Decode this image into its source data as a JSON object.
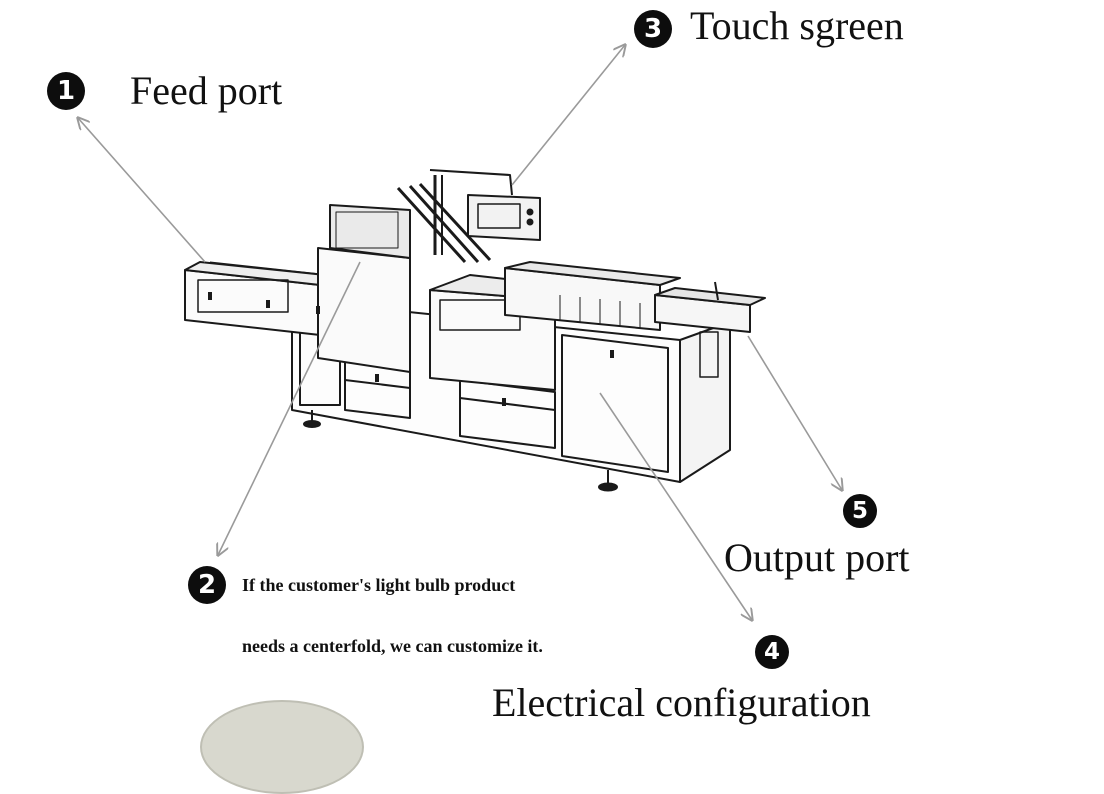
{
  "callouts": [
    {
      "num": "1",
      "label": "Feed port"
    },
    {
      "num": "2",
      "note_lines": [
        "If the customer's light bulb product",
        "needs a centerfold, we can customize it."
      ]
    },
    {
      "num": "3",
      "label": "Touch sgreen"
    },
    {
      "num": "4",
      "label": "Electrical configuration"
    },
    {
      "num": "5",
      "label": "Output port"
    }
  ],
  "colors": {
    "badge": "#0d0d0d",
    "line": "#9a9a9a",
    "drawing": "#1a1a1a"
  }
}
